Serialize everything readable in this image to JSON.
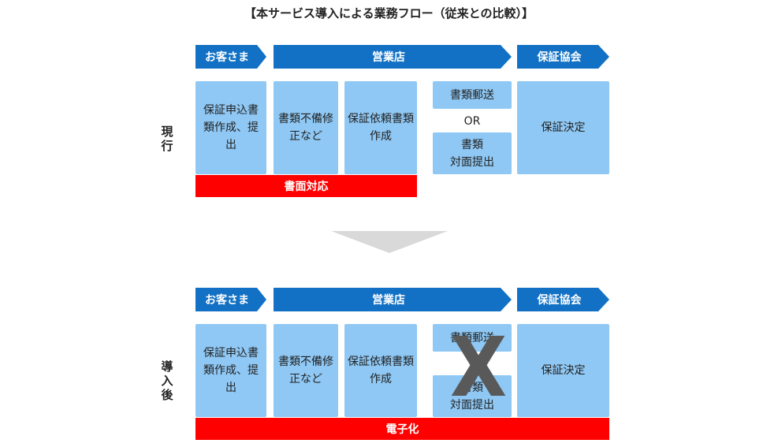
{
  "title": "【本サービス導入による業務フロー（従来との比較）】",
  "headers": {
    "customer": "お客さま",
    "branch": "営業店",
    "association": "保証協会"
  },
  "current": {
    "row_label": "現行",
    "step1": "保証申込書類作成、提出",
    "step2": "書類不備修正など",
    "step3": "保証依頼書類作成",
    "mail": "書類郵送",
    "or": "OR",
    "face": "書類\n対面提出",
    "decision": "保証決定",
    "bar": "書面対応"
  },
  "after": {
    "row_label": "導入後",
    "step1": "保証申込書類作成、提出",
    "step2": "書類不備修正など",
    "step3": "保証依頼書類作成",
    "mail": "書類郵送",
    "face": "書類\n対面提出",
    "decision": "保証決定",
    "bar": "電子化",
    "cross": "X"
  },
  "colors": {
    "header_blue": "#1271c4",
    "box_blue": "#8fc8f4",
    "bar_red": "#ff0000",
    "arrow_gray": "#d9d9d9",
    "cross_gray": "#595959"
  }
}
